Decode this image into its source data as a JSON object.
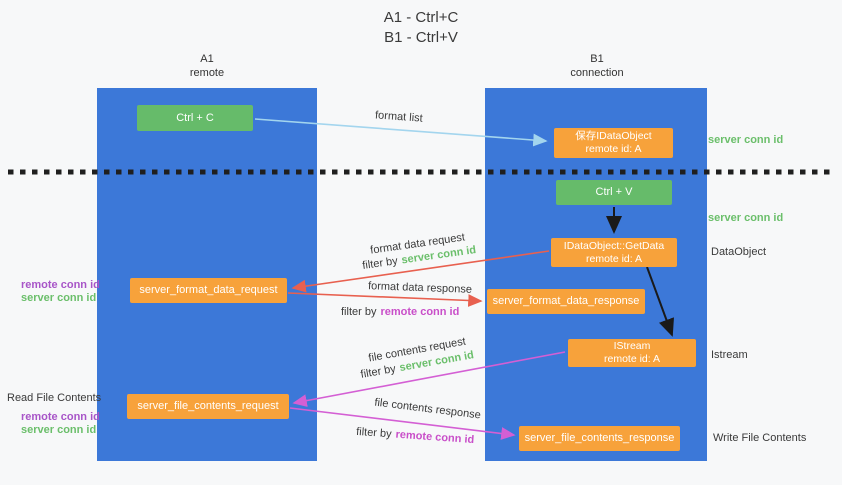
{
  "title": {
    "line1": "A1 - Ctrl+C",
    "line2": "B1 - Ctrl+V"
  },
  "lanes": {
    "left": {
      "name": "A1",
      "sub": "remote"
    },
    "right": {
      "name": "B1",
      "sub": "connection"
    }
  },
  "nodes": {
    "ctrl_c": "Ctrl + C",
    "ctrl_v": "Ctrl + V",
    "save_dataobject": {
      "line1": "保存IDataObject",
      "line2": "remote id: A"
    },
    "getdata": {
      "line1": "IDataObject::GetData",
      "line2": "remote id: A"
    },
    "istream": {
      "line1": "IStream",
      "line2": "remote id: A"
    },
    "format_request": "server_format_data_request",
    "format_response": "server_format_data_response",
    "file_request": "server_file_contents_request",
    "file_response": "server_file_contents_response"
  },
  "labels": {
    "format_list": "format list",
    "server_conn_id_top": "server conn id",
    "server_conn_id_mid": "server conn id",
    "dataobject": "DataObject",
    "istream": "Istream",
    "read_file_contents": "Read File Contents",
    "write_file_contents": "Write File Contents",
    "format_data_request": "format data request",
    "format_data_response": "format data response",
    "file_contents_request": "file contents request",
    "file_contents_response": "file contents response",
    "filter_by": "filter by",
    "server_conn_id": "server conn id",
    "remote_conn_id": "remote conn id"
  },
  "side_left": {
    "pair1": {
      "remote": "remote conn id",
      "server": "server conn id"
    },
    "pair2": {
      "remote": "remote conn id",
      "server": "server conn id"
    }
  },
  "colors": {
    "lane_blue": "#3C78D8",
    "box_green": "#66BB6A",
    "box_orange": "#F7A23B",
    "arrow_light_blue": "#A3D5EE",
    "arrow_red": "#E8604F",
    "arrow_magenta": "#D45FD4",
    "arrow_black": "#1A1A1A",
    "text_green": "#6BBF6B",
    "text_purple": "#A855C8",
    "text_magenta": "#C94FC9"
  }
}
